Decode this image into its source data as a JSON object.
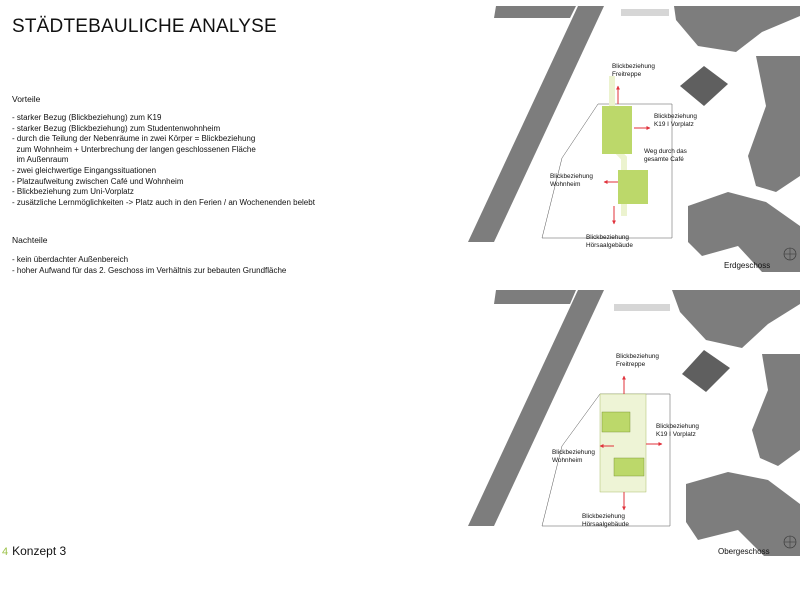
{
  "title": "STÄDTEBAULICHE ANALYSE",
  "vorteile": {
    "heading": "Vorteile",
    "items": [
      "- starker Bezug (Blickbeziehung) zum K19",
      "- starker Bezug (Blickbeziehung) zum Studentenwohnheim",
      "- durch die Teilung der Nebenräume in zwei Körper = Blickbeziehung",
      "  zum Wohnheim + Unterbrechung der langen geschlossenen Fläche",
      "  im Außenraum",
      "- zwei gleichwertige Eingangssituationen",
      "- Platzaufweitung zwischen Café und Wohnheim",
      "- Blickbeziehung zum Uni-Vorplatz",
      "- zusätzliche Lernmöglichkeiten -> Platz auch in den Ferien / an Wochenenden belebt"
    ]
  },
  "nachteile": {
    "heading": "Nachteile",
    "items": [
      "- kein überdachter Außenbereich",
      "- hoher Aufwand für das 2. Geschoss im Verhältnis zur bebauten Grundfläche"
    ]
  },
  "footer": {
    "number": "4",
    "label": "Konzept 3"
  },
  "plan_eg": {
    "caption": "Erdgeschoss",
    "freitreppe": [
      "Blickbeziehung",
      "Freitreppe"
    ],
    "k19": [
      "Blickbeziehung",
      "K19 I Vorplatz"
    ],
    "weg": [
      "Weg durch das",
      "gesamte Café"
    ],
    "wohnheim": [
      "Blickbeziehung",
      "Wohnheim"
    ],
    "hoersaal": [
      "Blickbeziehung",
      "Hörsaalgebäude"
    ]
  },
  "plan_og": {
    "caption": "Obergeschoss",
    "freitreppe": [
      "Blickbeziehung",
      "Freitreppe"
    ],
    "k19": [
      "Blickbeziehung",
      "K19 I Vorplatz"
    ],
    "wohnheim": [
      "Blickbeziehung",
      "Wohnheim"
    ],
    "hoersaal": [
      "Blickbeziehung",
      "Hörsaalgebäude"
    ]
  },
  "colors": {
    "building": "#7d7d7d",
    "green": "#bcd86a",
    "pale_green": "#eef4d6",
    "arrow": "#e0303a"
  }
}
